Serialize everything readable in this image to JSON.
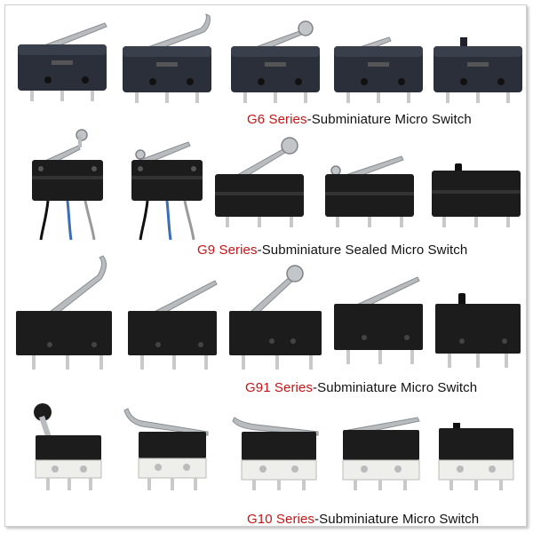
{
  "colors": {
    "series_red": "#c41616",
    "caption_black": "#111111",
    "body_dark": "#2b2f3a",
    "body_black": "#1c1c1c",
    "lever_metal": "#b9bcbf",
    "terminal_tin": "#c9c9c9",
    "base_white": "#eeeeea"
  },
  "sections": [
    {
      "series": "G6 Series",
      "description": "-Subminiature Micro Switch",
      "icon": "micro-switch-icon"
    },
    {
      "series": "G9 Series",
      "description": "-Subminiature Sealed Micro Switch",
      "icon": "sealed-micro-switch-icon"
    },
    {
      "series": "G91 Series",
      "description": "-Subminiature Micro Switch",
      "icon": "micro-switch-icon"
    },
    {
      "series": "G10 Series",
      "description": "-Subminiature Micro Switch",
      "icon": "mini-micro-switch-icon"
    }
  ]
}
